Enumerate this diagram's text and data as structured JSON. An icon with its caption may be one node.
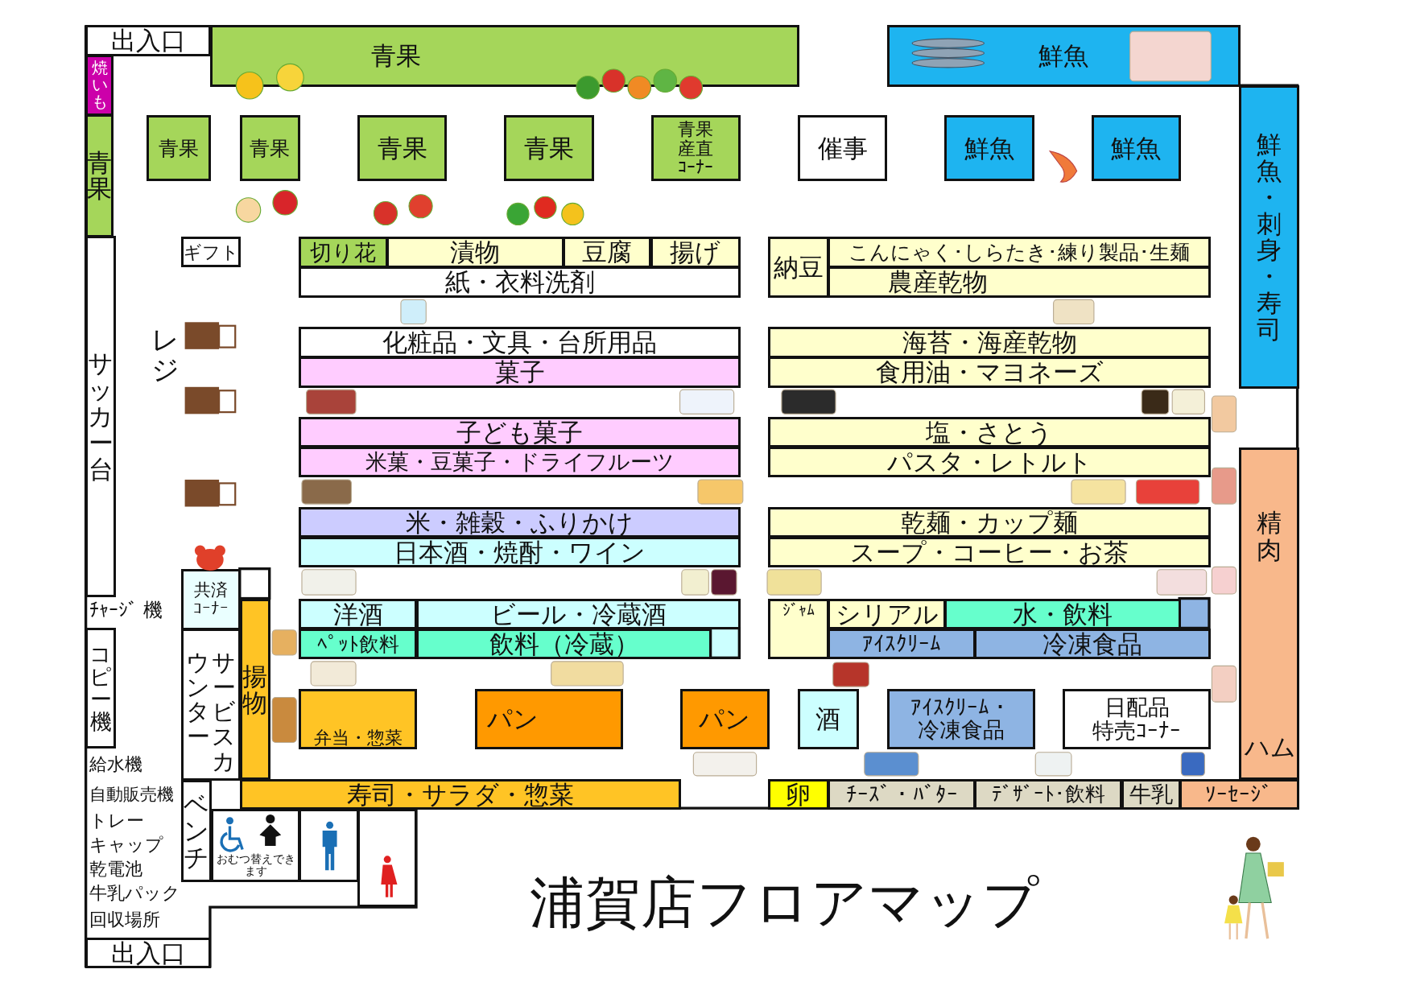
{
  "diagram": {
    "title": "浦賀店フロアマップ",
    "nodes": [
      {
        "text": [
          "出入口"
        ]
      },
      {
        "text": [
          "青果"
        ]
      },
      {
        "text": [
          "鮮魚"
        ]
      },
      {
        "text": [
          "焼いも"
        ]
      },
      {
        "text": [
          "青果"
        ]
      },
      {
        "text": [
          "青果"
        ]
      },
      {
        "text": [
          "青果"
        ]
      },
      {
        "text": [
          "青果"
        ]
      },
      {
        "text": [
          "青果"
        ]
      },
      {
        "text": [
          "青果産直ｺｰﾅｰ"
        ]
      },
      {
        "text": [
          "催事"
        ]
      },
      {
        "text": [
          "鮮魚"
        ]
      },
      {
        "text": [
          "鮮魚"
        ]
      },
      {
        "text": [
          "鮮魚・刺身・寿司"
        ]
      },
      {
        "text": [
          "ギフト"
        ]
      },
      {
        "text": [
          "サッカー台"
        ]
      },
      {
        "text": [
          "切り花"
        ]
      },
      {
        "text": [
          "漬物"
        ]
      },
      {
        "text": [
          "豆腐"
        ]
      },
      {
        "text": [
          "揚げ"
        ]
      },
      {
        "text": [
          "紙・衣料洗剤"
        ]
      },
      {
        "text": [
          "納豆"
        ]
      },
      {
        "text": [
          "こんにゃく･しらたき･練り製品･生麺"
        ]
      },
      {
        "text": [
          "農産乾物"
        ]
      },
      {
        "text": [
          "化粧品・文具・台所用品"
        ]
      },
      {
        "text": [
          "菓子"
        ]
      },
      {
        "text": [
          "海苔・海産乾物"
        ]
      },
      {
        "text": [
          "食用油・マヨネーズ"
        ]
      },
      {
        "text": [
          "子ども菓子"
        ]
      },
      {
        "text": [
          "米菓・豆菓子・ドライフルーツ"
        ]
      },
      {
        "text": [
          "塩・さとう"
        ]
      },
      {
        "text": [
          "パスタ・レトルト"
        ]
      },
      {
        "text": [
          "米・雑穀・ふりかけ"
        ]
      },
      {
        "text": [
          "日本酒・焼酎・ワイン"
        ]
      },
      {
        "text": [
          "乾麺・カップ麺"
        ]
      },
      {
        "text": [
          "スープ・コーヒー・お茶"
        ]
      },
      {
        "text": [
          "共済ｺｰﾅｰ"
        ]
      },
      {
        "text": [
          "コピー機"
        ]
      },
      {
        "text": [
          "サービスカウンター"
        ]
      },
      {
        "text": [
          "揚物"
        ]
      },
      {
        "text": [
          "洋酒"
        ]
      },
      {
        "text": [
          "ビール・冷蔵酒"
        ]
      },
      {
        "text": [
          "ﾍﾟｯﾄ飲料"
        ]
      },
      {
        "text": [
          "飲料（冷蔵）"
        ]
      },
      {
        "text": [
          "ｼﾞｬﾑ"
        ]
      },
      {
        "text": [
          "シリアル"
        ]
      },
      {
        "text": [
          "水・飲料"
        ]
      },
      {
        "text": [
          "ｱｲｽｸﾘｰﾑ"
        ]
      },
      {
        "text": [
          "冷凍食品"
        ]
      },
      {
        "text": [
          "弁当・惣菜"
        ]
      },
      {
        "text": [
          "パン"
        ]
      },
      {
        "text": [
          "パン"
        ]
      },
      {
        "text": [
          "酒"
        ]
      },
      {
        "text": [
          "ｱｲｽｸﾘｰﾑ・冷凍食品"
        ]
      },
      {
        "text": [
          "日配品",
          "特売ｺｰﾅｰ"
        ]
      },
      {
        "text": [
          "寿司・サラダ・惣菜"
        ]
      },
      {
        "text": [
          "卵"
        ]
      },
      {
        "text": [
          "ﾁｰｽﾞ・ﾊﾞﾀｰ"
        ]
      },
      {
        "text": [
          "ﾃﾞｻﾞｰﾄ･飲料"
        ]
      },
      {
        "text": [
          "牛乳"
        ]
      },
      {
        "text": [
          "ｿｰｾｰｼﾞ"
        ]
      },
      {
        "text": [
          "精肉",
          "ハム"
        ]
      },
      {
        "text": [
          "ベンチ"
        ]
      },
      {
        "text": [
          "おむつ替えできます"
        ]
      },
      {
        "text": [],
        "shape": "box"
      },
      {
        "text": [],
        "shape": "box"
      },
      {
        "text": [
          "出入口"
        ]
      }
    ],
    "labels": [
      "レジ",
      "ﾁｬｰｼﾞ 機",
      "給水機",
      "自動販売機",
      "トレー",
      "キャップ",
      "乾電池",
      "牛乳パック",
      "回収場所"
    ]
  }
}
